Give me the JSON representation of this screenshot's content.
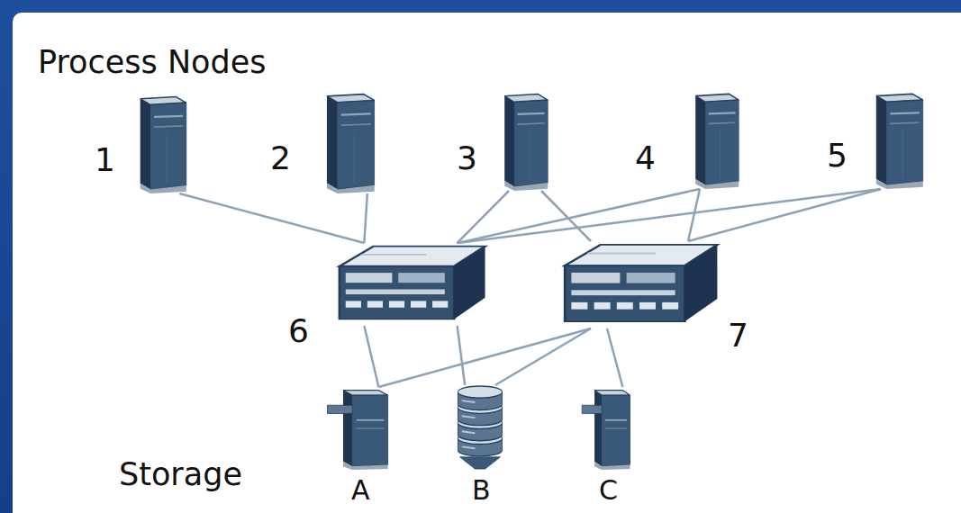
{
  "diagram": {
    "nodes": [
      {
        "text": [
          "1"
        ]
      },
      {
        "text": [
          "2"
        ]
      },
      {
        "text": [
          "3"
        ]
      },
      {
        "text": [
          "4"
        ]
      },
      {
        "text": [
          "5"
        ]
      },
      {
        "text": [
          "6"
        ]
      },
      {
        "text": [
          "7"
        ]
      },
      {
        "text": [
          "A"
        ]
      },
      {
        "text": [
          "B"
        ]
      },
      {
        "text": [
          "C"
        ]
      }
    ],
    "edges": [
      {
        "from": 0,
        "to": 5,
        "arrow": "none"
      },
      {
        "from": 1,
        "to": 5,
        "arrow": "none"
      },
      {
        "from": 2,
        "to": 5,
        "arrow": "none"
      },
      {
        "from": 2,
        "to": 6,
        "arrow": "none"
      },
      {
        "from": 3,
        "to": 5,
        "arrow": "none"
      },
      {
        "from": 3,
        "to": 6,
        "arrow": "none"
      },
      {
        "from": 4,
        "to": 5,
        "arrow": "none"
      },
      {
        "from": 4,
        "to": 6,
        "arrow": "none"
      },
      {
        "from": 5,
        "to": 7,
        "arrow": "none"
      },
      {
        "from": 5,
        "to": 8,
        "arrow": "none"
      },
      {
        "from": 6,
        "to": 7,
        "arrow": "none"
      },
      {
        "from": 6,
        "to": 8,
        "arrow": "none"
      },
      {
        "from": 6,
        "to": 9,
        "arrow": "none"
      }
    ],
    "labels": [
      "Process Nodes",
      "Storage"
    ]
  }
}
